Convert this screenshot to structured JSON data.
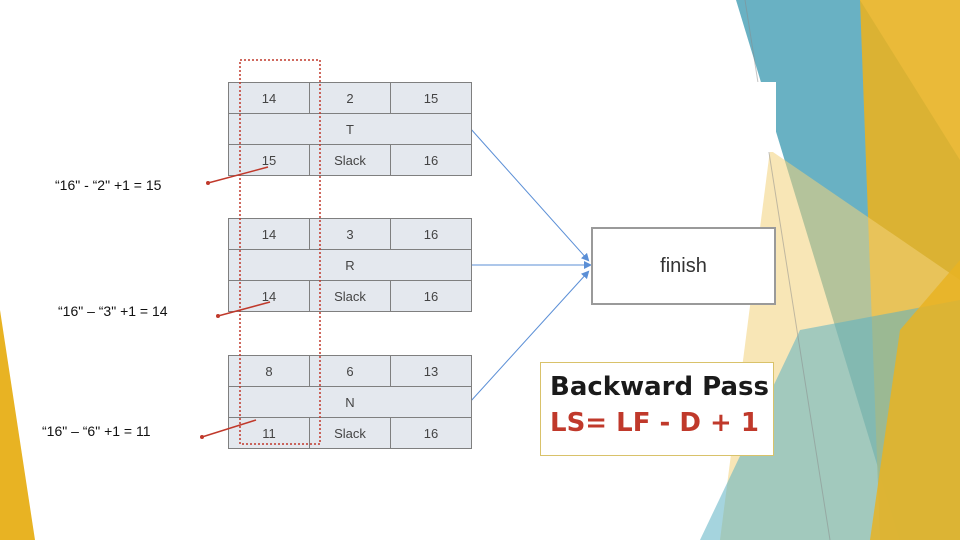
{
  "nodes": [
    {
      "id": "T",
      "es": "14",
      "duration": "2",
      "ef": "15",
      "name": "T",
      "ls": "15",
      "slack_label": "Slack",
      "lf": "16"
    },
    {
      "id": "R",
      "es": "14",
      "duration": "3",
      "ef": "16",
      "name": "R",
      "ls": "14",
      "slack_label": "Slack",
      "lf": "16"
    },
    {
      "id": "N",
      "es": "8",
      "duration": "6",
      "ef": "13",
      "name": "N",
      "ls": "11",
      "slack_label": "Slack",
      "lf": "16"
    }
  ],
  "finish_label": "finish",
  "calculations": [
    "“16\" - “2\" +1 = 15",
    "“16\" – “3\" +1 = 14",
    "“16\" – “6\" +1 = 11"
  ],
  "callout": {
    "line1": "Backward Pass",
    "line2": "LS= LF - D + 1"
  },
  "colors": {
    "accent_red": "#c0392b",
    "teal": "#4fa3b8",
    "gold": "#e8b323",
    "arrow_blue": "#5b8fd6"
  }
}
